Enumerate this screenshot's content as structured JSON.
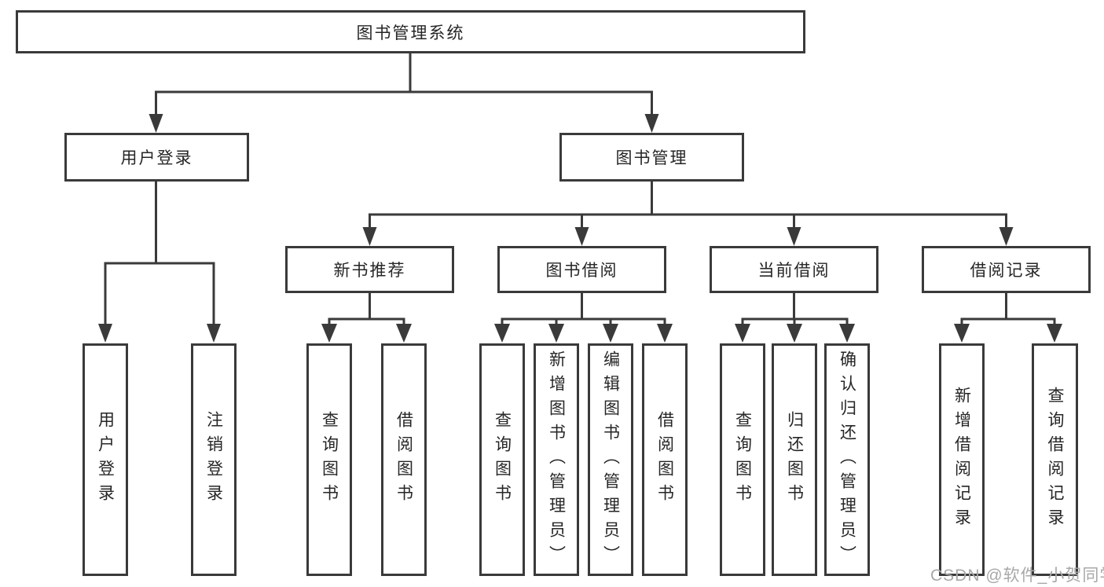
{
  "diagram": {
    "root": {
      "label": "图书管理系统"
    },
    "level2": [
      {
        "label": "用户登录",
        "parent": "图书管理系统"
      },
      {
        "label": "图书管理",
        "parent": "图书管理系统"
      }
    ],
    "level3": [
      {
        "label": "新书推荐",
        "parent": "图书管理"
      },
      {
        "label": "图书借阅",
        "parent": "图书管理"
      },
      {
        "label": "当前借阅",
        "parent": "图书管理"
      },
      {
        "label": "借阅记录",
        "parent": "图书管理"
      }
    ],
    "leaves": [
      {
        "label": "用户登录",
        "parent": "用户登录"
      },
      {
        "label": "注销登录",
        "parent": "用户登录"
      },
      {
        "label": "查询图书",
        "parent": "新书推荐"
      },
      {
        "label": "借阅图书",
        "parent": "新书推荐"
      },
      {
        "label": "查询图书",
        "parent": "图书借阅"
      },
      {
        "label": "新增图书（管理员）",
        "parent": "图书借阅"
      },
      {
        "label": "编辑图书（管理员）",
        "parent": "图书借阅"
      },
      {
        "label": "借阅图书",
        "parent": "图书借阅"
      },
      {
        "label": "查询图书",
        "parent": "当前借阅"
      },
      {
        "label": "归还图书",
        "parent": "当前借阅"
      },
      {
        "label": "确认归还（管理员）",
        "parent": "当前借阅"
      },
      {
        "label": "新增借阅记录",
        "parent": "借阅记录"
      },
      {
        "label": "查询借阅记录",
        "parent": "借阅记录"
      }
    ],
    "watermark": "CSDN @软件_小贺同学",
    "colors": {
      "stroke": "#3a3a3a",
      "text": "#262626",
      "watermark": "#a8a8a8",
      "background": "#ffffff"
    }
  }
}
